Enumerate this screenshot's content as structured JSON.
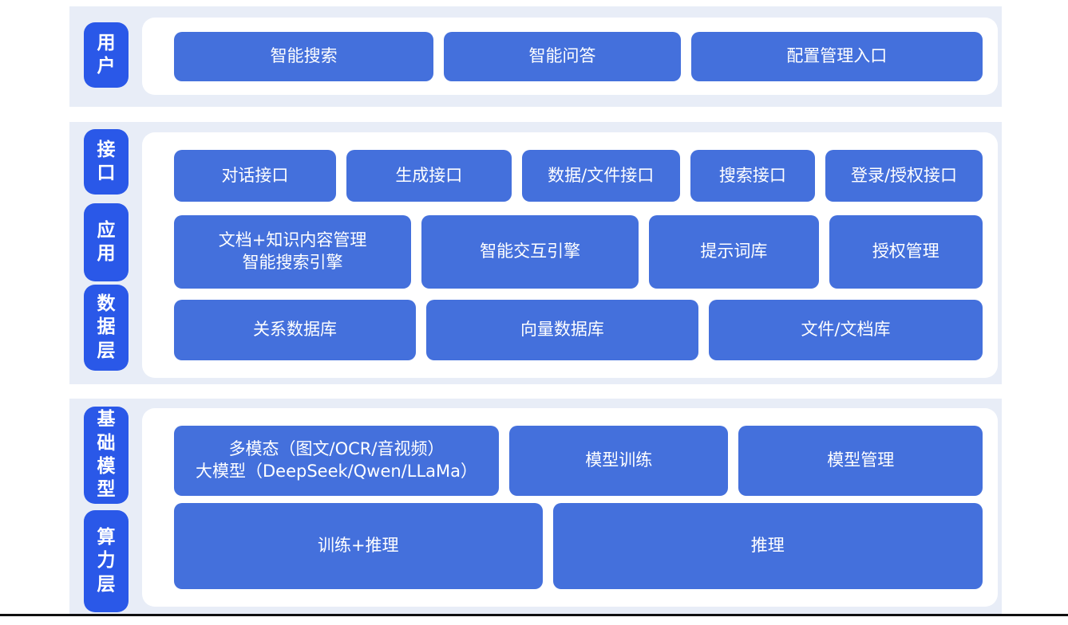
{
  "title": "AI platform layered architecture diagram",
  "colors": {
    "section_panel_bg": "#E8EDF7",
    "layer_chip_bg": "#2A58E8",
    "node_bg": "#4470DC",
    "node_text": "#FFFFFF",
    "page_bg": "#FFFFFF",
    "bottom_rule": "#101010"
  },
  "sections": [
    {
      "labels": [
        {
          "text": "用户"
        }
      ],
      "rows": [
        {
          "buttons": [
            {
              "label": "智能搜索"
            },
            {
              "label": "智能问答"
            },
            {
              "label": "配置管理入口"
            }
          ]
        }
      ]
    },
    {
      "labels": [
        {
          "text": "接口"
        },
        {
          "text": "应用"
        },
        {
          "text": "数据层"
        }
      ],
      "rows": [
        {
          "buttons": [
            {
              "label": "对话接口"
            },
            {
              "label": "生成接口"
            },
            {
              "label": "数据/文件接口"
            },
            {
              "label": "搜索接口"
            },
            {
              "label": "登录/授权接口"
            }
          ]
        },
        {
          "buttons": [
            {
              "label": "文档+知识内容管理\n智能搜索引擎"
            },
            {
              "label": "智能交互引擎"
            },
            {
              "label": "提示词库"
            },
            {
              "label": "授权管理"
            }
          ]
        },
        {
          "buttons": [
            {
              "label": "关系数据库"
            },
            {
              "label": "向量数据库"
            },
            {
              "label": "文件/文档库"
            }
          ]
        }
      ]
    },
    {
      "labels": [
        {
          "text": "基础模型"
        },
        {
          "text": "算力层"
        }
      ],
      "rows": [
        {
          "buttons": [
            {
              "label": "多模态（图文/OCR/音视频）\n大模型（DeepSeek/Qwen/LLaMa）"
            },
            {
              "label": "模型训练"
            },
            {
              "label": "模型管理"
            }
          ]
        },
        {
          "buttons": [
            {
              "label": "训练+推理"
            },
            {
              "label": "推理"
            }
          ]
        }
      ]
    }
  ]
}
